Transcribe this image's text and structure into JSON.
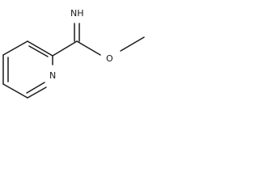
{
  "molecule": {
    "atoms": {
      "imine": "NH",
      "ring_nitrogen": "N",
      "ether_oxygen": "O"
    }
  }
}
